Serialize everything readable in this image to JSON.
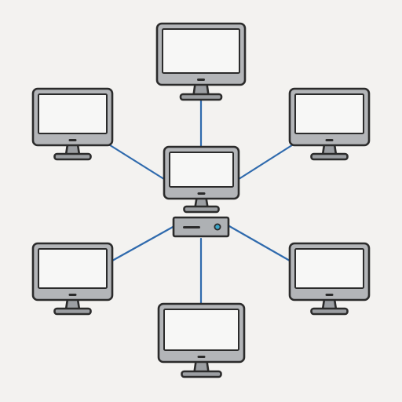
{
  "diagram": {
    "kind": "star-network",
    "hub": {
      "name": "central-workstation-with-hub",
      "has_hub_box": true
    },
    "nodes": [
      {
        "id": "top"
      },
      {
        "id": "upper-left"
      },
      {
        "id": "upper-right"
      },
      {
        "id": "lower-left"
      },
      {
        "id": "lower-right"
      },
      {
        "id": "bottom"
      }
    ],
    "links": [
      {
        "from": "hub",
        "to": "top"
      },
      {
        "from": "hub",
        "to": "upper-left"
      },
      {
        "from": "hub",
        "to": "upper-right"
      },
      {
        "from": "hub",
        "to": "lower-left"
      },
      {
        "from": "hub",
        "to": "lower-right"
      },
      {
        "from": "hub",
        "to": "bottom"
      }
    ]
  },
  "colors": {
    "background": "#f3f2f0",
    "link": "#2f6aad",
    "outline": "#2b2b2b",
    "bezel": "#b3b5b8",
    "screen": "#f7f7f6",
    "stand": "#9c9fa3",
    "hub_box": "#aeb1b4",
    "hub_led": "#3aa6c8"
  }
}
